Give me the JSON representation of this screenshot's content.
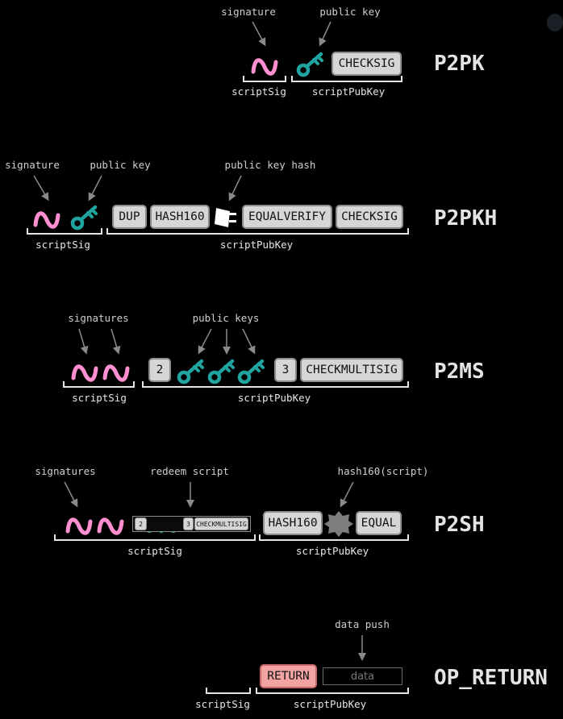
{
  "colors": {
    "background": "#000000",
    "signature": "#ff8fd0",
    "key": "#1fa4a0",
    "opcode_fill": "#d6d6d6",
    "return_fill": "#f4a3a3"
  },
  "icons": [
    "signature-icon",
    "public-key-icon",
    "hash-icon",
    "hash-script-icon"
  ],
  "p2pk": {
    "title": "P2PK",
    "annotations": {
      "signature": "signature",
      "public_key": "public key"
    },
    "ops": [
      "CHECKSIG"
    ],
    "script_sig_label": "scriptSig",
    "script_pubkey_label": "scriptPubKey"
  },
  "p2pkh": {
    "title": "P2PKH",
    "annotations": {
      "signature": "signature",
      "public_key": "public key",
      "public_key_hash": "public key hash"
    },
    "ops": [
      "DUP",
      "HASH160",
      "EQUALVERIFY",
      "CHECKSIG"
    ],
    "script_sig_label": "scriptSig",
    "script_pubkey_label": "scriptPubKey"
  },
  "p2ms": {
    "title": "P2MS",
    "annotations": {
      "signatures": "signatures",
      "public_keys": "public keys"
    },
    "ops": [
      "2",
      "3",
      "CHECKMULTISIG"
    ],
    "script_sig_label": "scriptSig",
    "script_pubkey_label": "scriptPubKey"
  },
  "p2sh": {
    "title": "P2SH",
    "annotations": {
      "signatures": "signatures",
      "redeem_script": "redeem script",
      "hash_script": "hash160(script)"
    },
    "redeem_ops": [
      "2",
      "3",
      "CHECKMULTISIG"
    ],
    "ops": [
      "HASH160",
      "EQUAL"
    ],
    "script_sig_label": "scriptSig",
    "script_pubkey_label": "scriptPubKey"
  },
  "op_return": {
    "title": "OP_RETURN",
    "annotations": {
      "data_push": "data push"
    },
    "ops": [
      "RETURN"
    ],
    "data_label": "data",
    "script_sig_label": "scriptSig",
    "script_pubkey_label": "scriptPubKey"
  }
}
